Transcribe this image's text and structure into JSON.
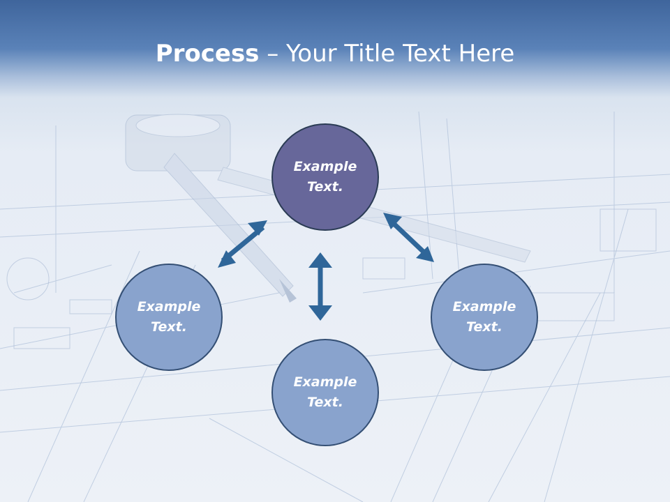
{
  "slide": {
    "title_bold": "Process",
    "title_rest": " – Your Title Text Here"
  },
  "nodes": {
    "top": "Example\nText.",
    "left": "Example\nText.",
    "right": "Example\nText.",
    "bottom": "Example\nText."
  },
  "colors": {
    "header": "#3f659c",
    "node_top": "#67679a",
    "node_other": "#89a3cd",
    "arrow": "#2f6699"
  }
}
